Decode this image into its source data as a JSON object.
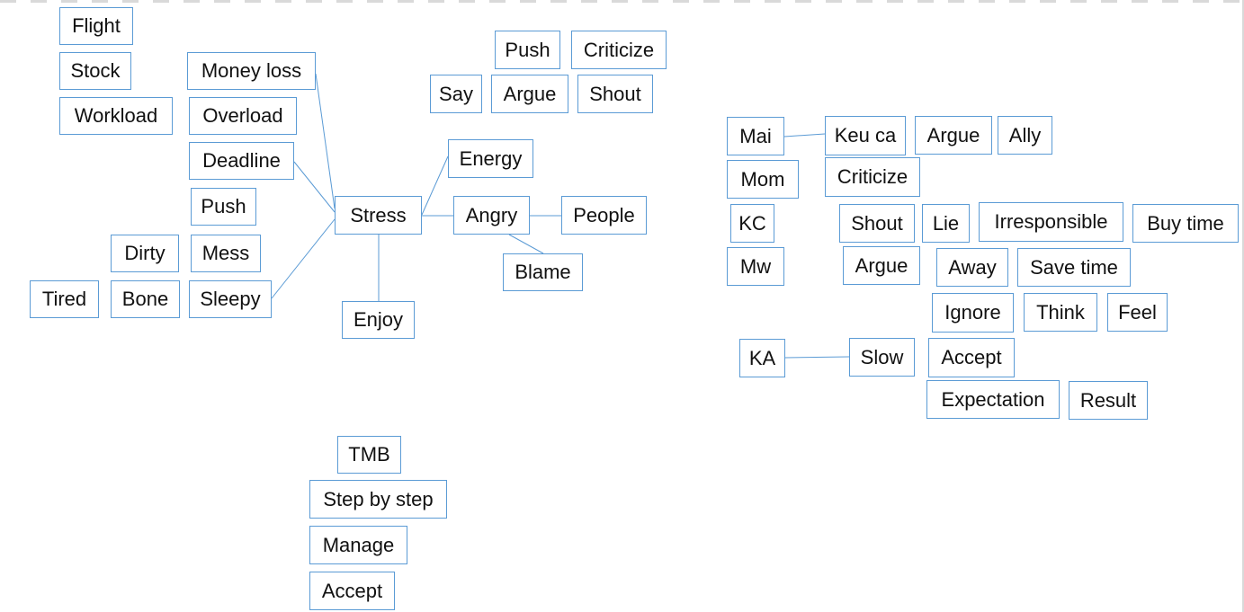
{
  "diagram": {
    "line_color": "#5b9bd5",
    "border_color": "#5b9bd5",
    "text_color": "#111111",
    "nodes": {
      "flight": "Flight",
      "stock": "Stock",
      "workload": "Workload",
      "money_loss": "Money loss",
      "overload": "Overload",
      "deadline": "Deadline",
      "push_left": "Push",
      "dirty": "Dirty",
      "mess": "Mess",
      "tired": "Tired",
      "bone": "Bone",
      "sleepy": "Sleepy",
      "stress": "Stress",
      "enjoy": "Enjoy",
      "energy": "Energy",
      "angry": "Angry",
      "people": "People",
      "blame": "Blame",
      "push_top": "Push",
      "criticize_top": "Criticize",
      "say": "Say",
      "argue_top": "Argue",
      "shout_top": "Shout",
      "tmb": "TMB",
      "step_by_step": "Step by step",
      "manage": "Manage",
      "accept_bottom": "Accept",
      "mai": "Mai",
      "mom": "Mom",
      "kc": "KC",
      "mw": "Mw",
      "keu_ca": "Keu ca",
      "argue_r1": "Argue",
      "ally": "Ally",
      "criticize_r": "Criticize",
      "shout_r": "Shout",
      "lie": "Lie",
      "irresponsible": "Irresponsible",
      "buy_time": "Buy time",
      "argue_r2": "Argue",
      "away": "Away",
      "save_time": "Save time",
      "ignore": "Ignore",
      "think": "Think",
      "feel": "Feel",
      "ka": "KA",
      "slow": "Slow",
      "accept_r": "Accept",
      "expectation": "Expectation",
      "result": "Result"
    }
  }
}
